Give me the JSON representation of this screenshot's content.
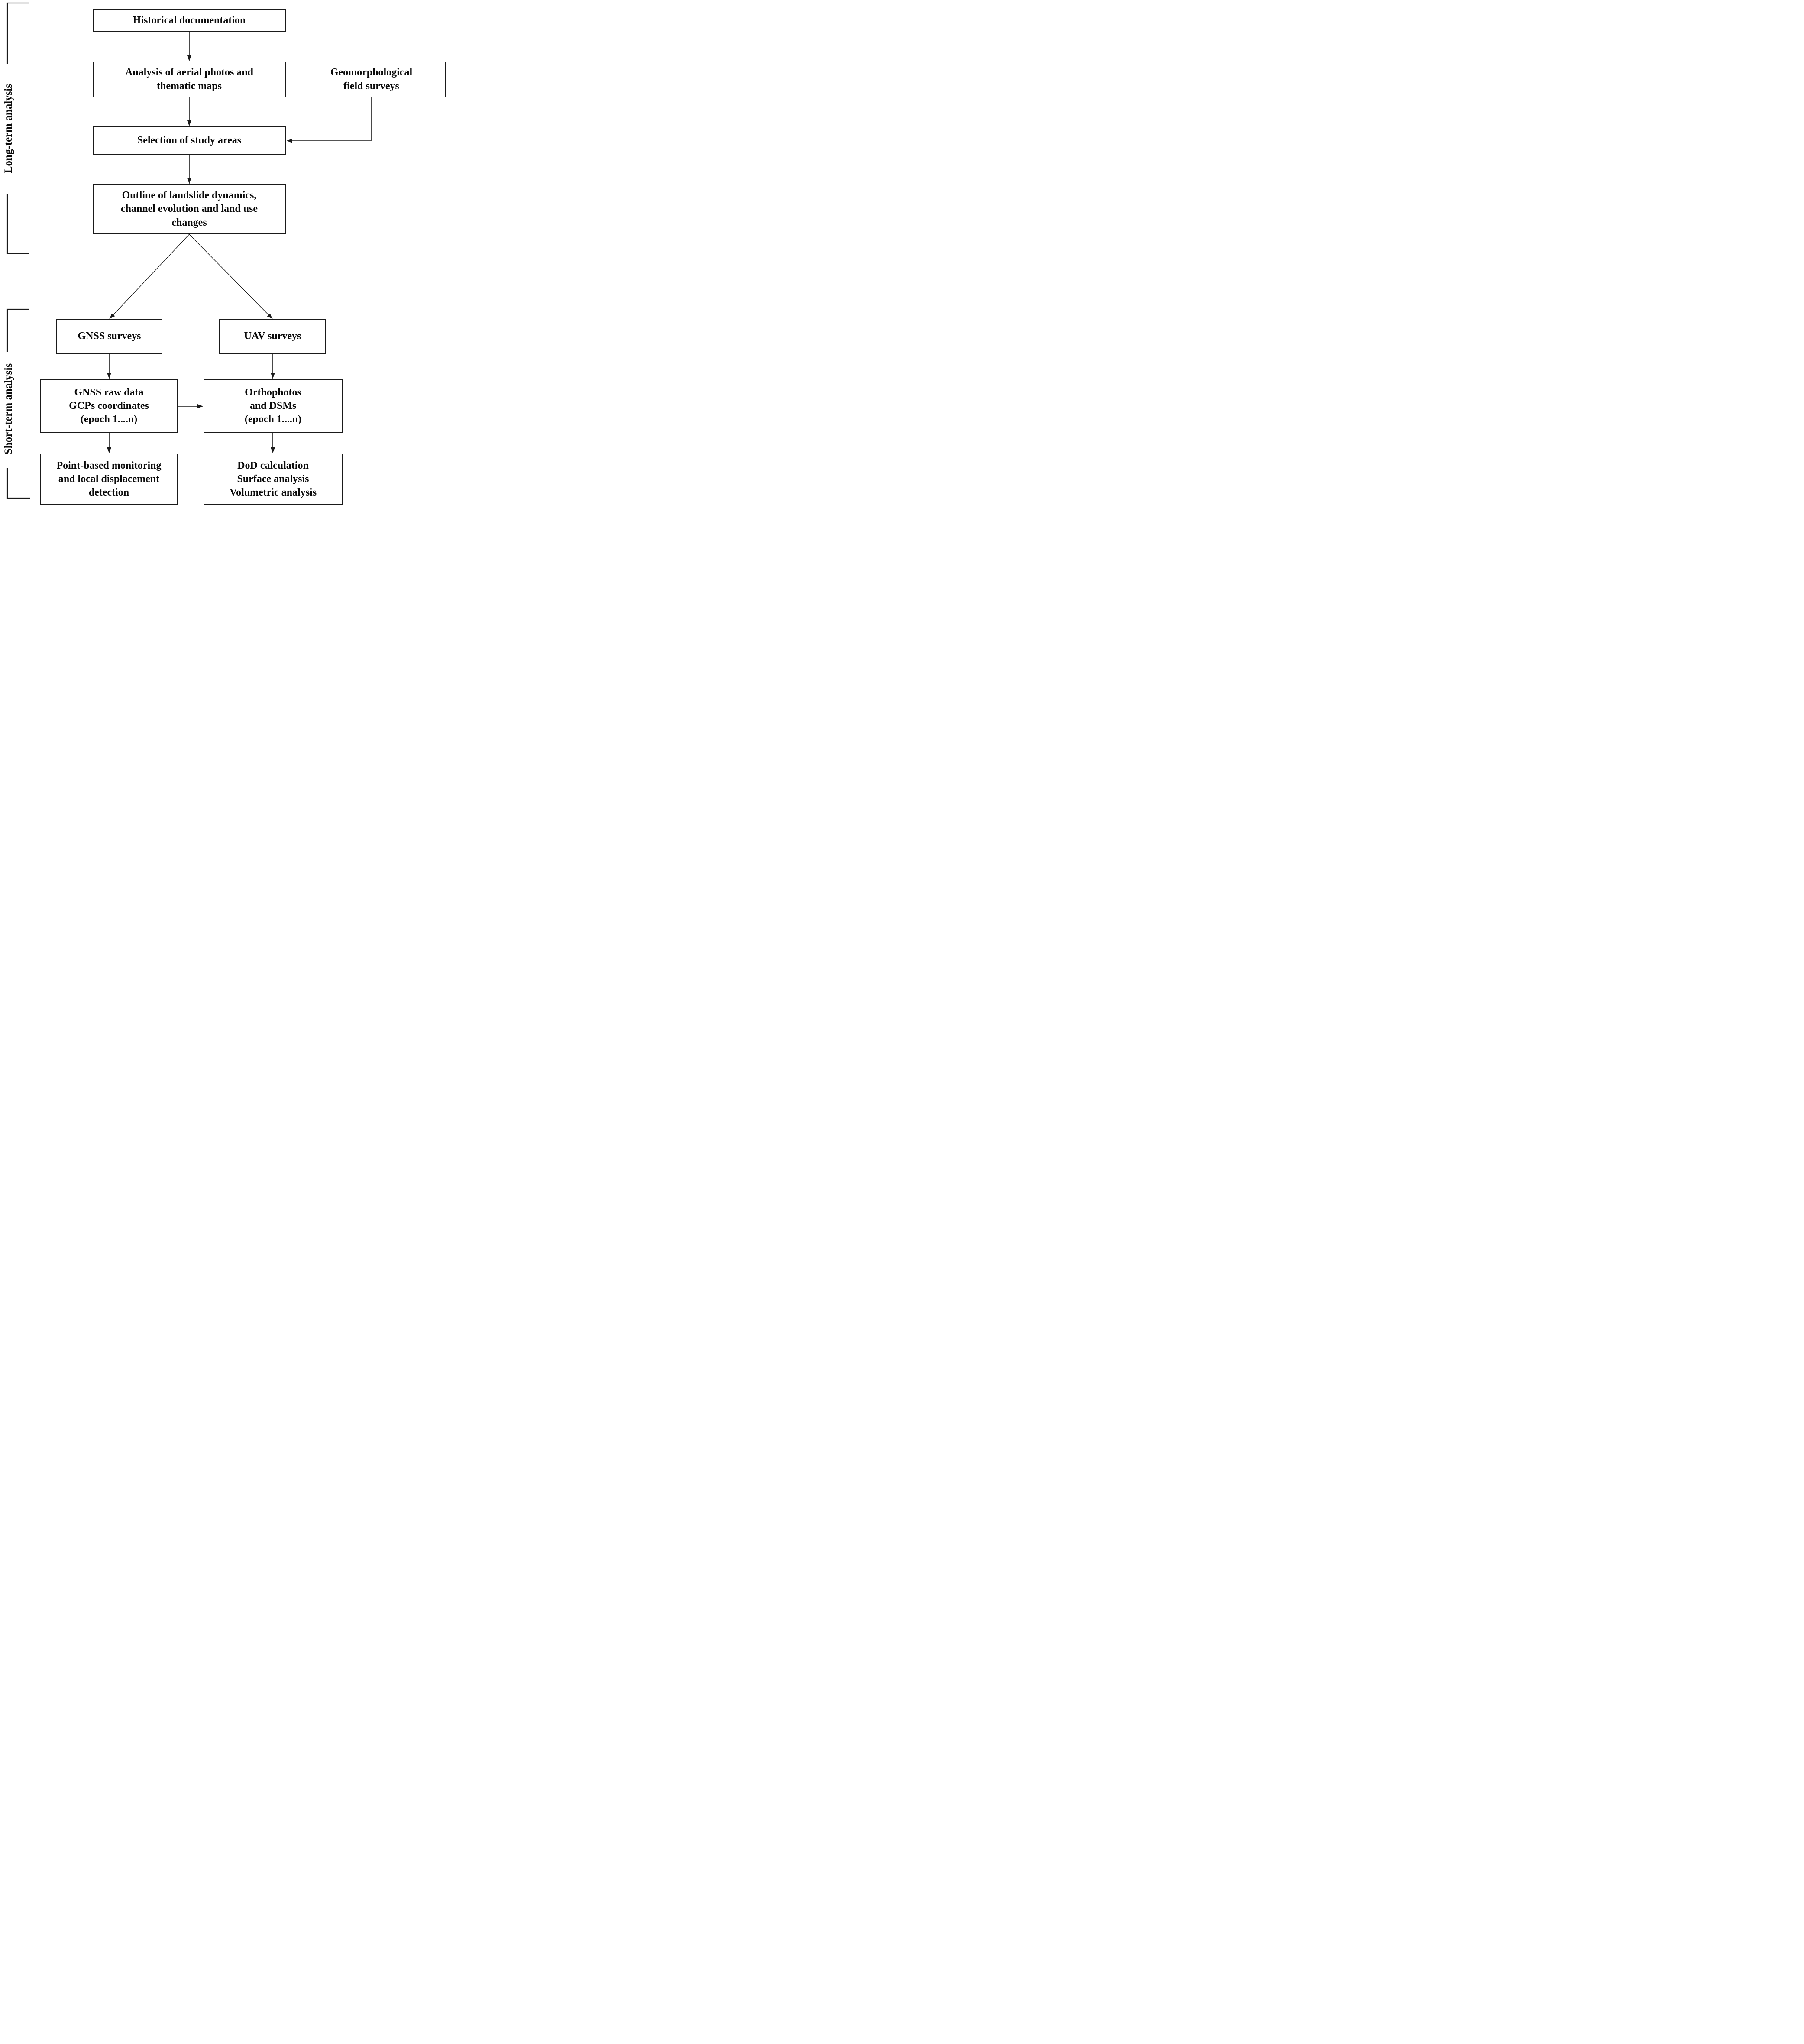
{
  "diagram": {
    "title_hint": "Workflow of long-term and short-term landslide analysis",
    "colors": {
      "line": "#1a1a1a",
      "box_background": "#ffffff",
      "text": "#0a0a0a"
    },
    "sections": {
      "long_term": "Long-term analysis",
      "short_term": "Short-term analysis"
    },
    "boxes": {
      "historical": "Historical documentation",
      "analysis": "Analysis of aerial photos and\nthematic maps",
      "geomorphological": "Geomorphological\nfield surveys",
      "selection": "Selection of study areas",
      "outline": "Outline of landslide dynamics,\nchannel evolution and land use\nchanges",
      "gnss_surveys": "GNSS surveys",
      "uav_surveys": "UAV surveys",
      "gnss_raw": "GNSS raw data\nGCPs coordinates\n(epoch 1....n)",
      "orthophotos": "Orthophotos\nand DSMs\n(epoch 1....n)",
      "point_based": "Point-based monitoring\nand local displacement\ndetection",
      "dod": "DoD calculation\nSurface analysis\nVolumetric analysis"
    }
  }
}
